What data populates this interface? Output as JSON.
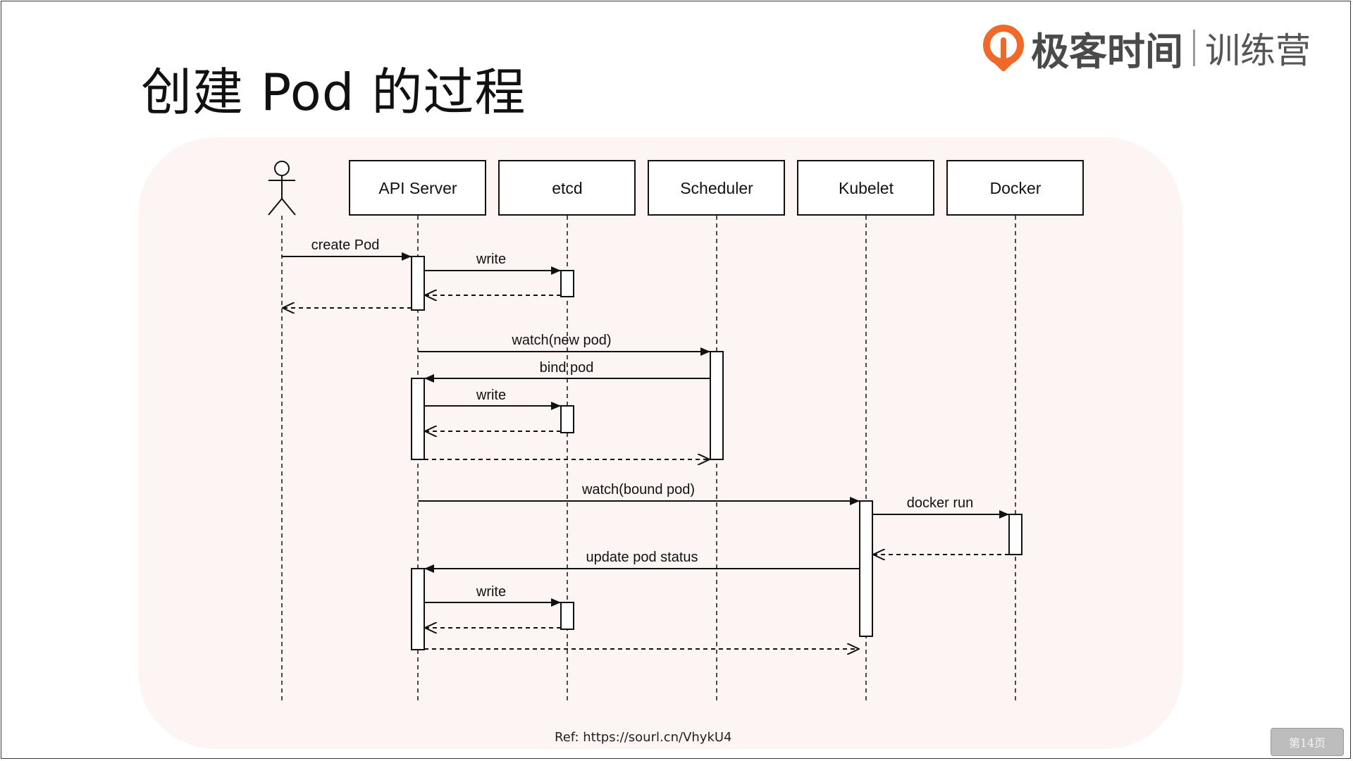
{
  "slide": {
    "title": "创建 Pod 的过程",
    "brand_name": "极客时间",
    "brand_sub": "训练营",
    "ref": "Ref: https://sourl.cn/VhykU4",
    "page": "第14页"
  },
  "diagram": {
    "participants": [
      "API Server",
      "etcd",
      "Scheduler",
      "Kubelet",
      "Docker"
    ],
    "messages": [
      {
        "label": "create Pod"
      },
      {
        "label": "write"
      },
      {
        "label": "watch(new pod)"
      },
      {
        "label": "bind pod"
      },
      {
        "label": "write"
      },
      {
        "label": "watch(bound pod)"
      },
      {
        "label": "docker run"
      },
      {
        "label": "update pod status"
      },
      {
        "label": "write"
      }
    ]
  },
  "colors": {
    "panel_bg": "#fdf5f4",
    "brand_orange": "#ef6a2a"
  }
}
